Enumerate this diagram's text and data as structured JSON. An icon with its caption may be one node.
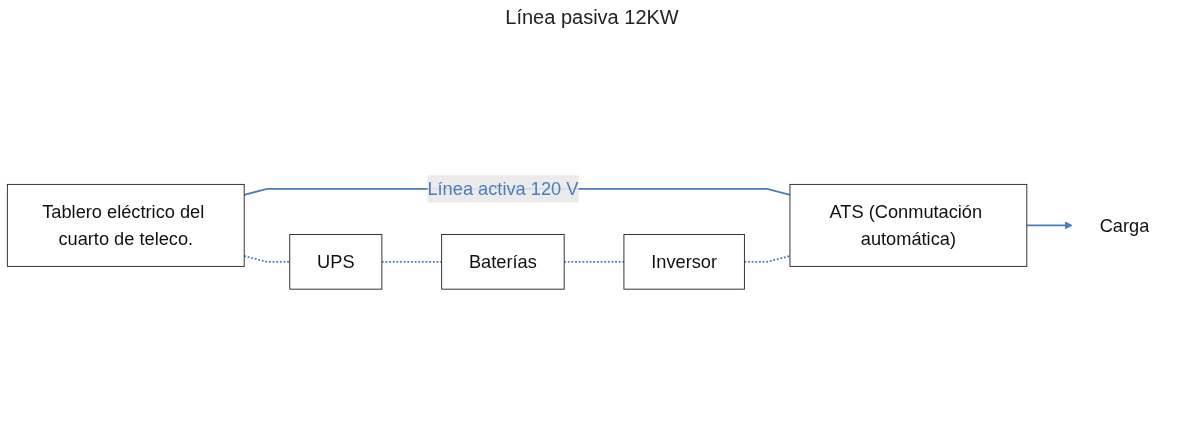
{
  "diagram": {
    "nodes": [
      {
        "text": [
          "Tablero eléctrico del cuarto de teleco."
        ]
      },
      {
        "text": [
          "ATS (Conmutación automática)"
        ]
      },
      {
        "text": [
          "Carga"
        ]
      },
      {
        "text": [
          "UPS"
        ]
      },
      {
        "text": [
          "Baterías"
        ]
      },
      {
        "text": [
          "Inversor"
        ]
      }
    ],
    "edges": [
      {
        "from": 0,
        "to": 1,
        "arrow": "none",
        "label": "Línea activa 120 V"
      },
      {
        "from": 1,
        "to": 2,
        "arrow": "to"
      },
      {
        "from": 0,
        "to": 3,
        "arrow": "none",
        "style": "dashed"
      },
      {
        "from": 3,
        "to": 4,
        "arrow": "none",
        "style": "dashed"
      },
      {
        "from": 4,
        "to": 5,
        "arrow": "none",
        "style": "dashed"
      },
      {
        "from": 5,
        "to": 1,
        "arrow": "none",
        "style": "dashed"
      }
    ],
    "labels": [
      "Línea pasiva 12KW"
    ]
  }
}
